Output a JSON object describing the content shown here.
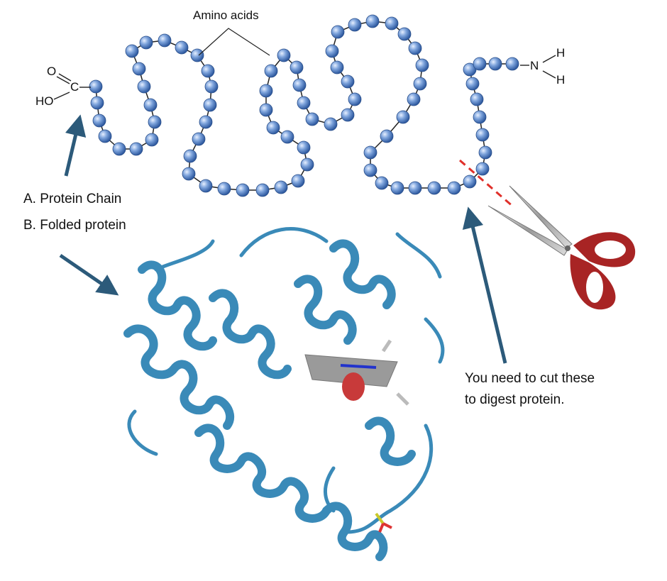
{
  "diagram": {
    "amino_acids_label": "Amino acids",
    "carboxyl": {
      "o": "O",
      "c": "C",
      "ho": "HO"
    },
    "amine": {
      "n": "N",
      "h1": "H",
      "h2": "H"
    },
    "label_a": "A. Protein Chain",
    "label_b": "B. Folded protein",
    "cut_note_line1": "You need to cut these",
    "cut_note_line2": "to digest protein.",
    "colors": {
      "bead": "#5b86c9",
      "bond": "#222222",
      "ribbon": "#3a8ab8",
      "arrow": "#2c5a7a",
      "cut_line": "#e0302a",
      "scissors_handle": "#a82424"
    }
  }
}
